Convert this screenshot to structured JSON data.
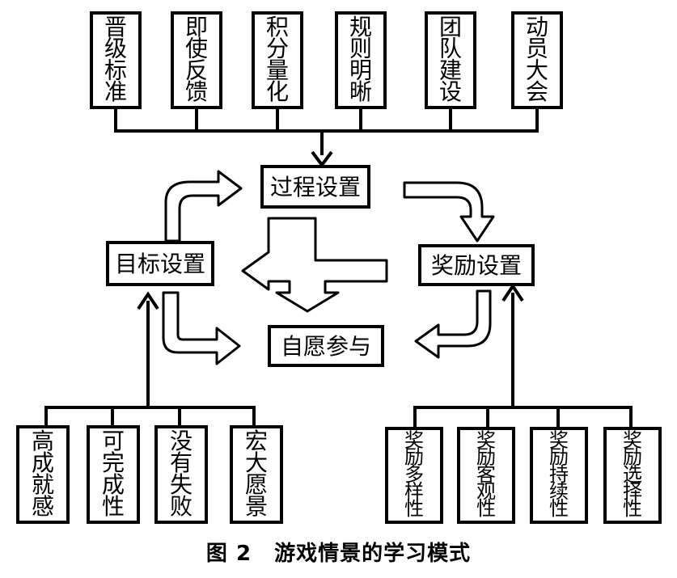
{
  "caption": {
    "figure_label": "图 2",
    "title": "游戏情景的学习模式"
  },
  "top_items": [
    "晋级标准",
    "即使反馈",
    "积分量化",
    "规则明晰",
    "团队建设",
    "动员大会"
  ],
  "center": {
    "process": "过程设置",
    "goal": "目标设置",
    "reward": "奖励设置",
    "voluntary": "自愿参与"
  },
  "bottom_left_items": [
    "高成就感",
    "可完成性",
    "没有失败",
    "宏大愿景"
  ],
  "bottom_right_items": [
    "奖励多样性",
    "奖励客观性",
    "奖励持续性",
    "奖励选择性"
  ]
}
